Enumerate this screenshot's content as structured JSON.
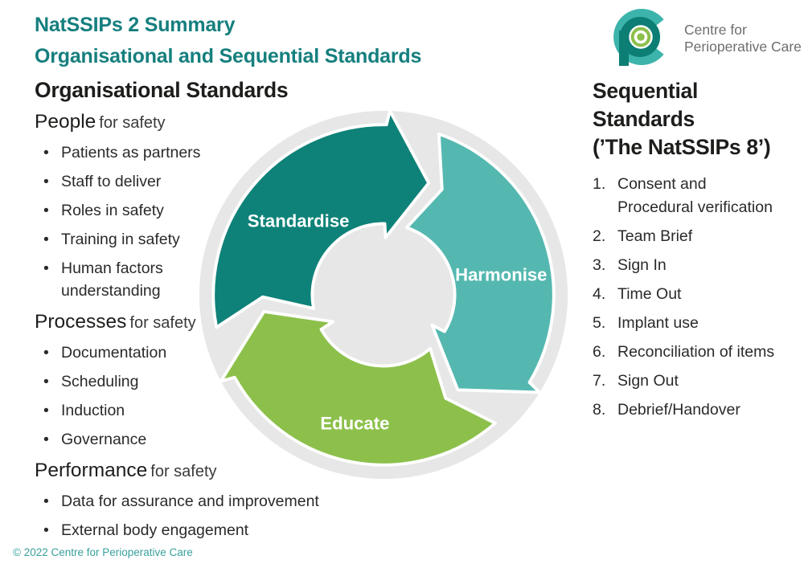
{
  "page": {
    "title_line1": "NatSSIPs 2 Summary",
    "title_line2": "Organisational and Sequential Standards"
  },
  "logo": {
    "line1": "Centre for",
    "line2": "Perioperative Care"
  },
  "theme": {
    "heading_teal": "#157f7e",
    "footer_teal": "#38a09c",
    "text_dark": "#1d1d1b",
    "logo_dark_teal": "#0c7e74",
    "logo_light_teal": "#3cb4ab",
    "logo_green": "#8cc04b",
    "logo_text_gray": "#6d6e71"
  },
  "organisational": {
    "heading": "Organisational Standards",
    "bullet_char": "•",
    "sections": [
      {
        "title": "People",
        "suffix": "for safety",
        "items": [
          "Patients as partners",
          "Staff to deliver",
          "Roles in safety",
          "Training in safety",
          "Human factors\nunderstanding"
        ]
      },
      {
        "title": "Processes",
        "suffix": "for safety",
        "items": [
          "Documentation",
          "Scheduling",
          "Induction",
          "Governance"
        ]
      },
      {
        "title": "Performance",
        "suffix": "for safety",
        "items": [
          "Data for assurance and improvement",
          "External body engagement"
        ]
      }
    ]
  },
  "cycle": {
    "labels": [
      "Standardise",
      "Harmonise",
      "Educate"
    ],
    "colors": {
      "standardise": "#0e8278",
      "harmonise": "#54b8b0",
      "educate": "#8cc04b",
      "ring": "#e7e7e7"
    }
  },
  "sequential": {
    "heading_line1": "Sequential",
    "heading_line2": "Standards",
    "heading_line3": "(’The NatSSIPs 8’)",
    "items": [
      {
        "num": "1.",
        "text": "Consent and\nProcedural verification"
      },
      {
        "num": "2.",
        "text": "Team Brief"
      },
      {
        "num": "3.",
        "text": "Sign In"
      },
      {
        "num": "4.",
        "text": "Time Out"
      },
      {
        "num": "5.",
        "text": "Implant use"
      },
      {
        "num": "6.",
        "text": "Reconciliation of items"
      },
      {
        "num": "7.",
        "text": "Sign Out"
      },
      {
        "num": "8.",
        "text": "Debrief/Handover"
      }
    ]
  },
  "footer": {
    "text": "© 2022 Centre for Perioperative Care"
  }
}
